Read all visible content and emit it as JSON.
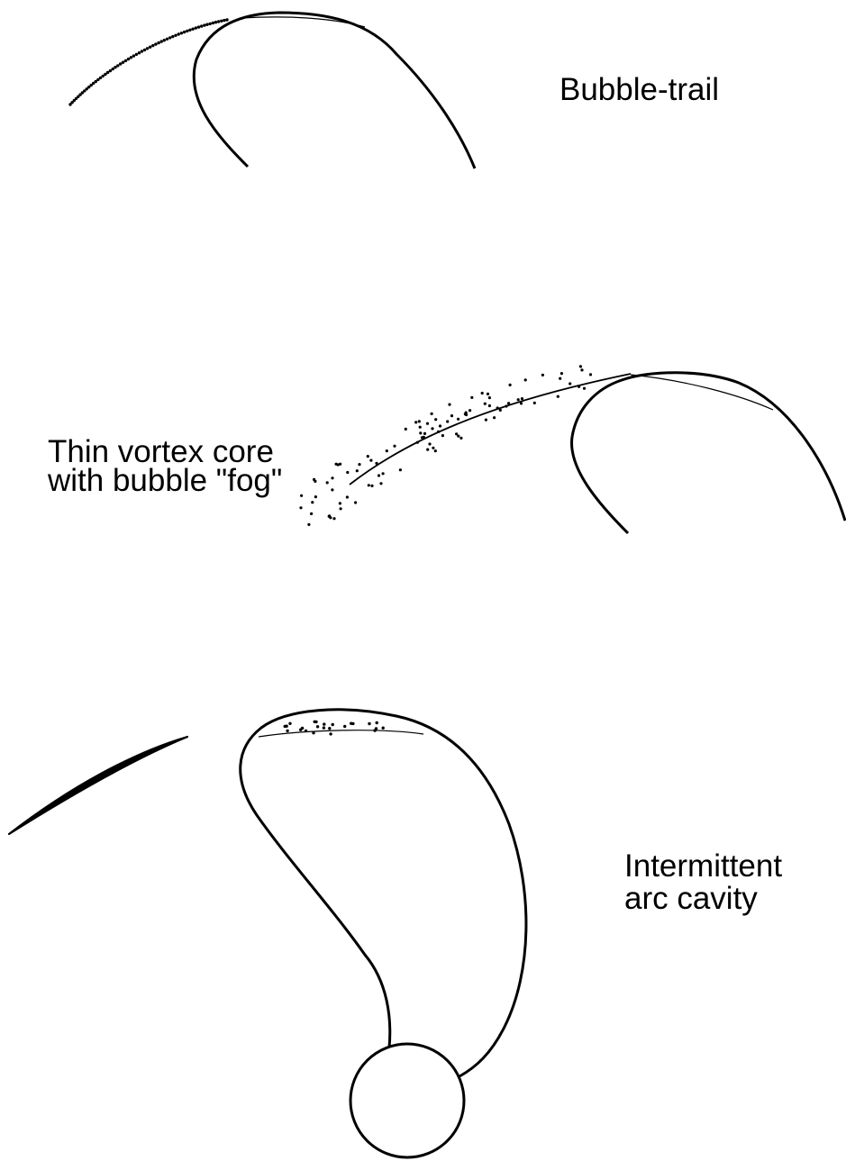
{
  "panels": {
    "bubble_trail": {
      "label": "Bubble-trail"
    },
    "thin_vortex_core": {
      "label_line1": "Thin vortex core",
      "label_line2": "with bubble \"fog\""
    },
    "arc_cavity": {
      "label_line1": "Intermittent",
      "label_line2": "arc cavity"
    }
  },
  "colors": {
    "line": "#000000",
    "background": "#ffffff"
  }
}
